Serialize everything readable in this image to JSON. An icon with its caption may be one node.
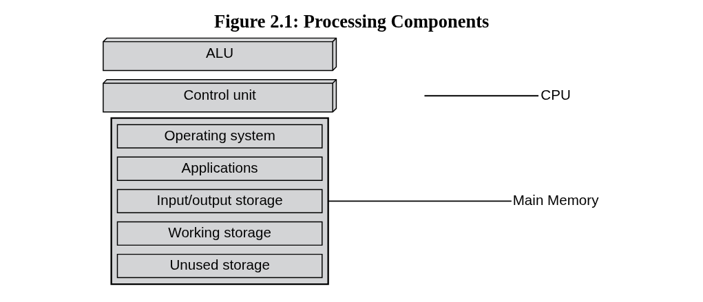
{
  "diagram": {
    "title": "Figure 2.1: Processing Components",
    "nodes": [
      {
        "text": [
          "Control unit"
        ]
      },
      {
        "text": [
          "ALU"
        ]
      },
      {
        "text": [],
        "shape": "box"
      },
      {
        "text": [
          "Operating system"
        ],
        "in": 2
      },
      {
        "text": [
          "Applications"
        ],
        "in": 2
      },
      {
        "text": [
          "Input/output storage"
        ],
        "in": 2
      },
      {
        "text": [
          "Working storage"
        ],
        "in": 2
      },
      {
        "text": [
          "Unused storage"
        ],
        "in": 2
      },
      {
        "text": [
          "CPU"
        ]
      },
      {
        "text": [
          "Main Memory"
        ]
      }
    ],
    "edges": [
      {
        "from": 8,
        "to": null,
        "arrow": "none"
      },
      {
        "from": 9,
        "to": 2,
        "arrow": "none"
      }
    ]
  }
}
